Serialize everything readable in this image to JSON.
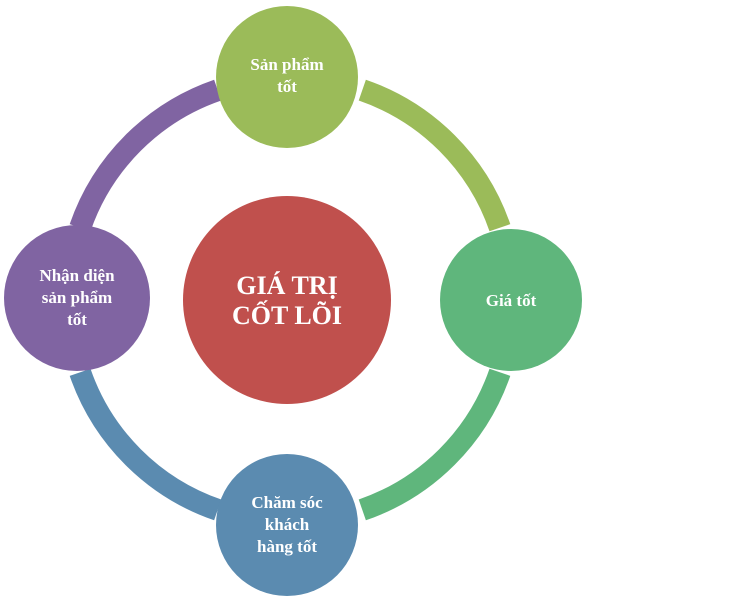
{
  "center": {
    "lines": [
      "GIÁ TRỊ",
      "CỐT LÕI"
    ],
    "color": "#c0504d"
  },
  "nodes": [
    {
      "key": "top",
      "lines": [
        "Sản phẩm",
        "tốt"
      ],
      "color": "#9bbb59"
    },
    {
      "key": "right",
      "lines": [
        "Giá tốt"
      ],
      "color": "#5fb67c"
    },
    {
      "key": "bottom",
      "lines": [
        "Chăm sóc",
        "khách",
        "hàng tốt"
      ],
      "color": "#5b8bb0"
    },
    {
      "key": "left",
      "lines": [
        "Nhận diện",
        "sản phẩm",
        "tốt"
      ],
      "color": "#8064a2"
    }
  ],
  "arcs": [
    {
      "key": "top-right",
      "color": "#9bbb59"
    },
    {
      "key": "right-bottom",
      "color": "#5fb67c"
    },
    {
      "key": "bottom-left",
      "color": "#5b8bb0"
    },
    {
      "key": "left-top",
      "color": "#8064a2"
    }
  ]
}
